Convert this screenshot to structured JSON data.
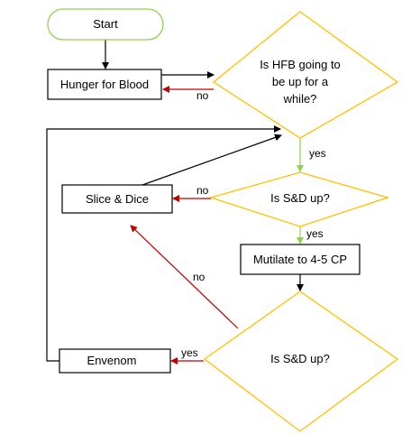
{
  "nodes": {
    "start": "Start",
    "hunger": "Hunger for Blood",
    "hfb_q_line1": "Is HFB going to",
    "hfb_q_line2": "be up for a",
    "hfb_q_line3": "while?",
    "slice": "Slice & Dice",
    "sd_q1": "Is S&D up?",
    "mutilate": "Mutilate to 4-5 CP",
    "sd_q2": "Is S&D up?",
    "envenom": "Envenom"
  },
  "edges": {
    "no_hfb": "no",
    "yes_hfb": "yes",
    "no_sd1": "no",
    "yes_sd1": "yes",
    "no_sd2": "no",
    "yes_sd2": "yes"
  },
  "colors": {
    "terminator_border": "#92d050",
    "decision_border": "#ffc000",
    "process_border": "#000000",
    "arrow_black": "#000000",
    "arrow_red": "#c00000",
    "arrow_green": "#92d050"
  }
}
